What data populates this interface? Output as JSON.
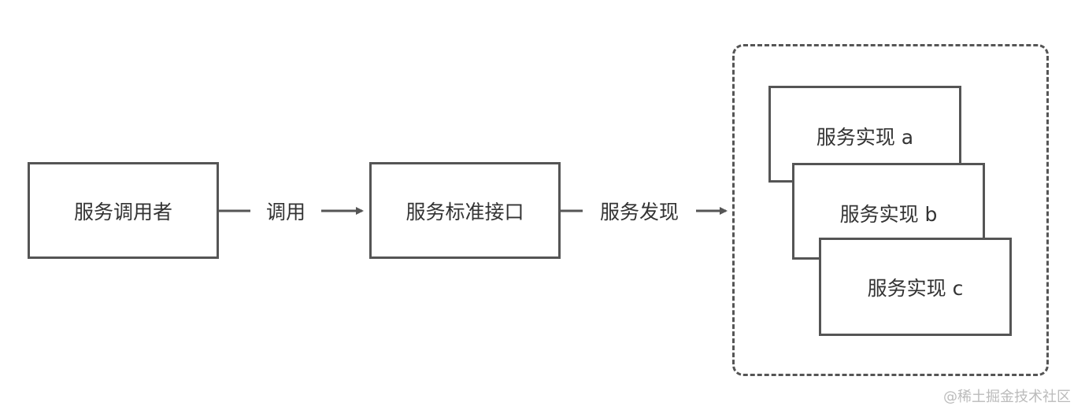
{
  "nodes": {
    "caller": "服务调用者",
    "interface": "服务标准接口",
    "impl_a": "服务实现 a",
    "impl_b": "服务实现 b",
    "impl_c": "服务实现 c"
  },
  "edges": {
    "call_label": "调用",
    "discovery_label": "服务发现"
  },
  "watermark": "@稀土掘金技术社区",
  "colors": {
    "stroke": "#555555",
    "text": "#333333",
    "watermark": "#bbbbbb"
  }
}
